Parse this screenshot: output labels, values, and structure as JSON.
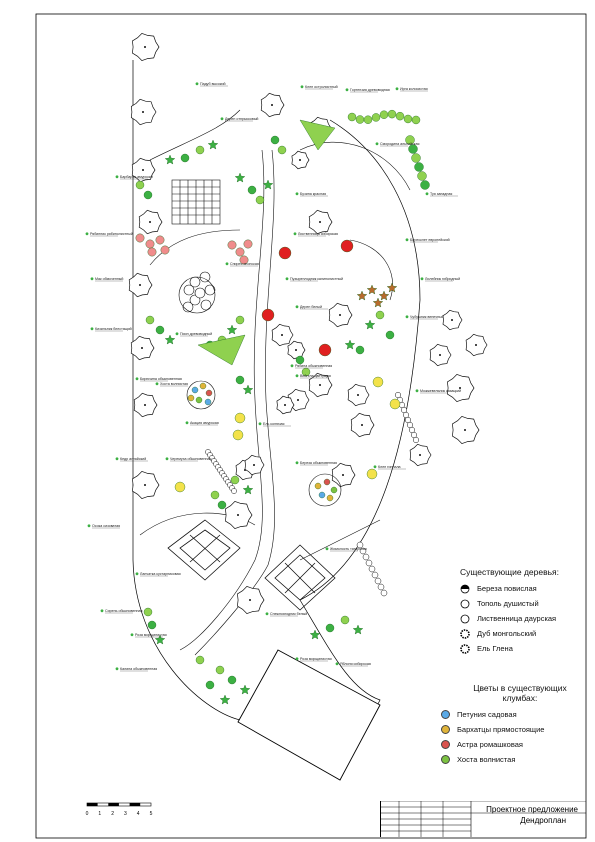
{
  "plan_labels": [
    "Падуб высокий",
    "Барбарис амурский",
    "Рябинник рябинолистный",
    "Мак обмоченный",
    "Кизильник блестящий",
    "Бирючина обыкновенная",
    "Акация амурская",
    "Кедр алтайский",
    "Роза морщинистая",
    "Осока сизоватая",
    "Ель колючая",
    "Береза обыкновенная",
    "Клен остролистный",
    "Гортензия древовидная",
    "Смородина альпийская",
    "Ирга колосистая",
    "Туя западная",
    "Спирея японская",
    "Пузыреплодник калинолистный",
    "Дерен белый",
    "Рябина обыкновенная",
    "Вейгела цветущая",
    "Лиственница сибирская",
    "Черемуха обыкновенная",
    "Яблоня сибирская",
    "Бересклет европейский",
    "Снежноягодник белый",
    "Роза морщинистая",
    "Чубушник венечный",
    "Можжевельник казацкий",
    "Клен гиннала",
    "Лапчатка кустарниковая",
    "Сирень обыкновенная",
    "Калина обыкновенная",
    "Жимолость татарская",
    "Бузина красная",
    "Дерен отпрысковый",
    "Пион древовидный",
    "Хоста волнистая",
    "Лилейник гибридный"
  ],
  "legend_trees": {
    "heading": "Существующие деревья:",
    "items": [
      {
        "label": "Береза повислая",
        "icon": "birch-symbol-icon"
      },
      {
        "label": "Тополь душистый",
        "icon": "poplar-symbol-icon"
      },
      {
        "label": "Лиственница даурская",
        "icon": "larch-symbol-icon"
      },
      {
        "label": "Дуб монгольский",
        "icon": "oak-symbol-icon"
      },
      {
        "label": "Ель Глена",
        "icon": "spruce-symbol-icon"
      }
    ]
  },
  "legend_flowers": {
    "heading": "Цветы в существующих клумбах:",
    "items": [
      {
        "label": "Петуния садовая",
        "color": "#5aa9e6"
      },
      {
        "label": "Бархатцы прямостоящие",
        "color": "#e0b43a"
      },
      {
        "label": "Астра ромашковая",
        "color": "#d9534f"
      },
      {
        "label": "Хоста волнистая",
        "color": "#7cc242"
      }
    ]
  },
  "scale_bar": {
    "ticks": [
      "0",
      "1",
      "2",
      "3",
      "4",
      "5"
    ]
  },
  "title_block": {
    "line1": "Проектное предложение",
    "line2": "Дендроплан"
  },
  "colors": {
    "foliage": "#3cb043",
    "foliage_light": "#8fd14f",
    "accent_red": "#e02020",
    "pink": "#f08c8c",
    "yellow": "#f3e24a",
    "brown": "#b86b2d"
  }
}
